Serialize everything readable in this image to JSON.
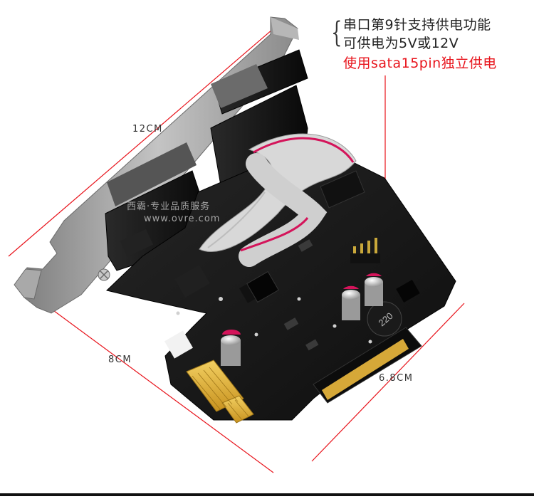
{
  "annotation": {
    "line1": "串口第9针支持供电功能",
    "line2": "可供电为5V或12V",
    "line3": "使用sata15pin独立供电"
  },
  "dimensions": {
    "bracket_length": "12CM",
    "card_length": "8CM",
    "card_height": "6.8CM"
  },
  "watermark": {
    "text": "西霸·专业品质服务",
    "url": "www.ovre.com"
  },
  "capacitor_label": "220",
  "colors": {
    "pcb": "#161616",
    "bracket": "#9a9a9a",
    "gold": "#e0b23a",
    "ribbon": "#d8d8d8",
    "ribbon_stripe": "#d4145a",
    "dim_line": "#e8141c",
    "annotation_red": "#e8141c"
  }
}
